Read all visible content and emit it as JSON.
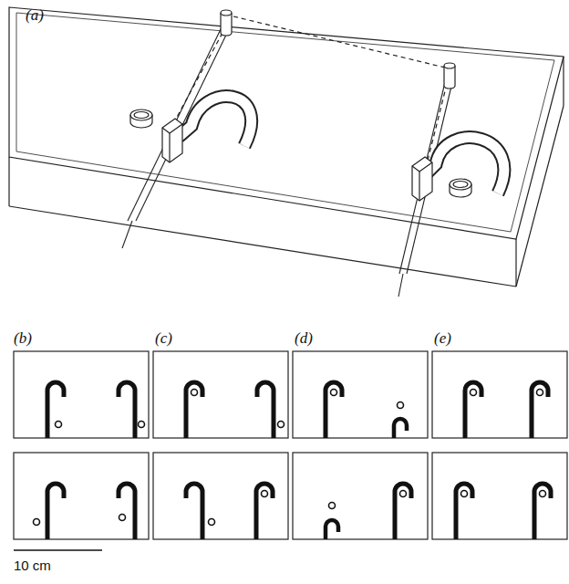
{
  "diagram": {
    "labels": [
      "(a)",
      "(b)",
      "(c)",
      "(d)",
      "(e)",
      "10 cm"
    ]
  }
}
